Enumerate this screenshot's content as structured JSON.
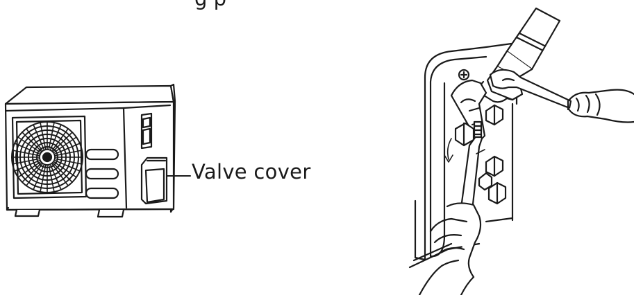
{
  "page": {
    "top_text": "g p",
    "valve_label": "Valve cover"
  },
  "colors": {
    "line": "#1a1a1a",
    "background": "#ffffff"
  },
  "figures": {
    "left": "outdoor-unit",
    "right": "two-wrenches-on-valves"
  }
}
